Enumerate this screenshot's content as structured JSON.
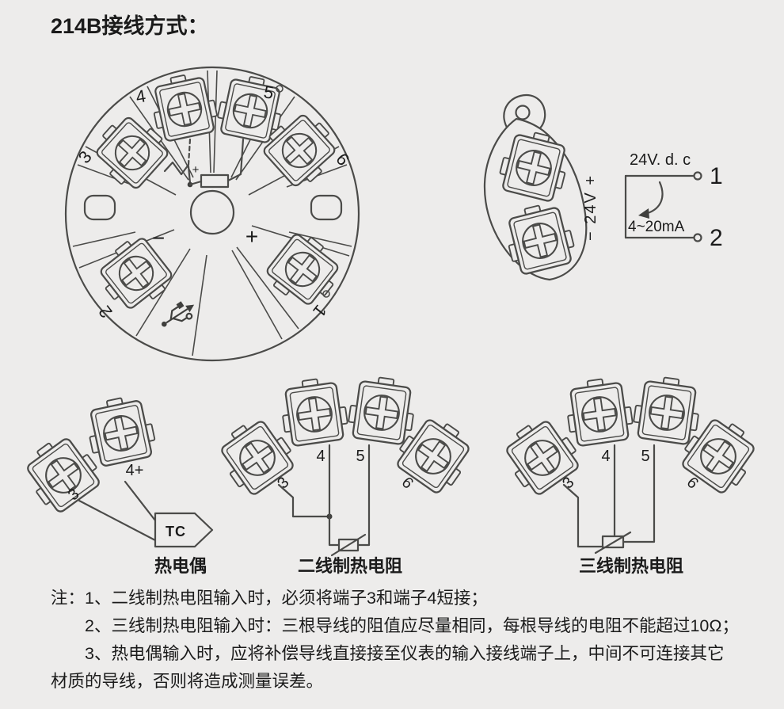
{
  "colors": {
    "background": "#edeceb",
    "line": "#4b4b49",
    "text": "#1b1b1b"
  },
  "title": "214B接线方式：",
  "head": {
    "t1": "1",
    "t2": "2",
    "t3": "3",
    "t4": "4",
    "t5": "5",
    "t6": "6",
    "minus": "−",
    "plus": "+",
    "sensor_plus": "+"
  },
  "power": {
    "vertical_label": "− 24V +",
    "supply": "24V. d. c",
    "t1": "1",
    "t2": "2",
    "current": "4~20mA"
  },
  "thermocouple": {
    "t3": "3",
    "t4": "4+",
    "device": "TC",
    "caption": "热电偶"
  },
  "rtd2": {
    "t3": "3",
    "t4": "4",
    "t5": "5",
    "t6": "6",
    "caption": "二线制热电阻"
  },
  "rtd3": {
    "t3": "3",
    "t4": "4",
    "t5": "5",
    "t6": "6",
    "caption": "三线制热电阻"
  },
  "notes": {
    "l1": "注：1、二线制热电阻输入时，必须将端子3和端子4短接；",
    "l2": "2、三线制热电阻输入时：三根导线的阻值应尽量相同，每根导线的电阻不能超过10Ω；",
    "l3": "3、热电偶输入时，应将补偿导线直接接至仪表的输入接线端子上，中间不可连接其它",
    "l4": "材质的导线，否则将造成测量误差。"
  }
}
